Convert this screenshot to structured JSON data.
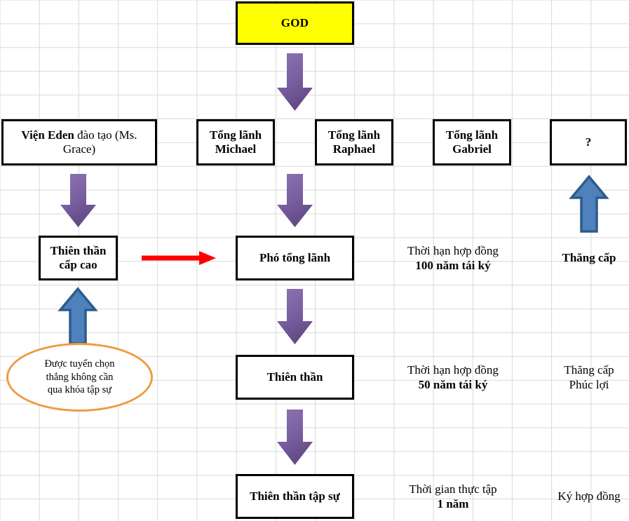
{
  "diagram": {
    "title_box": {
      "label": "GOD",
      "color": "#ffff00"
    },
    "org_row": {
      "eden_prefix": "Viện Eden",
      "eden_suffix": " đào tạo (Ms. Grace)",
      "michael": "Tổng lãnh\nMichael",
      "michael_line1": "Tổng lãnh",
      "michael_line2": "Michael",
      "raphael_line1": "Tổng lãnh",
      "raphael_line2": "Raphael",
      "gabriel_line1": "Tổng lãnh",
      "gabriel_line2": "Gabriel",
      "unknown": "?"
    },
    "ranks": {
      "senior_angel_line1": "Thiên thần",
      "senior_angel_line2": "cấp cao",
      "vice_chief": "Phó tổng lãnh",
      "angel": "Thiên thần",
      "trainee_angel": "Thiên thần tập sự"
    },
    "contracts": [
      {
        "label": "Thời hạn hợp đồng",
        "value": "100 năm tái ký"
      },
      {
        "label": "Thời hạn hợp đồng",
        "value": "50 năm tái ký"
      },
      {
        "label": "Thời gian thực tập",
        "value": "1 năm"
      }
    ],
    "outcomes": [
      {
        "line1": "Thăng cấp",
        "line2": "",
        "bold": true
      },
      {
        "line1": "Thăng cấp",
        "line2": "Phúc lợi",
        "bold": false
      },
      {
        "line1": "Ký hợp đồng",
        "line2": "",
        "bold": false
      }
    ],
    "note_oval": {
      "line1": "Được tuyển chọn",
      "line2": "thẳng không cần",
      "line3": "qua khóa tập sự",
      "border_color": "#ED9B42"
    },
    "colors": {
      "purple_arrow_light": "#8064A2",
      "purple_arrow_dark": "#5F497A",
      "blue_arrow_fill": "#4F81BD",
      "blue_arrow_stroke": "#2E5B8C",
      "red_arrow": "#FF0000",
      "grid_line": "#d9d9d9",
      "box_border": "#000000"
    },
    "arrows": [
      {
        "name": "god-to-archangel",
        "type": "down",
        "color": "purple"
      },
      {
        "name": "eden-to-senior-angel",
        "type": "down",
        "color": "purple"
      },
      {
        "name": "michael-to-vice-chief",
        "type": "down",
        "color": "purple"
      },
      {
        "name": "vice-chief-to-angel",
        "type": "down",
        "color": "purple"
      },
      {
        "name": "angel-to-trainee",
        "type": "down",
        "color": "purple"
      },
      {
        "name": "promotion-up-right",
        "type": "up",
        "color": "blue"
      },
      {
        "name": "promotion-up-left",
        "type": "up",
        "color": "blue"
      },
      {
        "name": "senior-angel-to-vice-chief",
        "type": "right",
        "color": "red"
      }
    ]
  }
}
